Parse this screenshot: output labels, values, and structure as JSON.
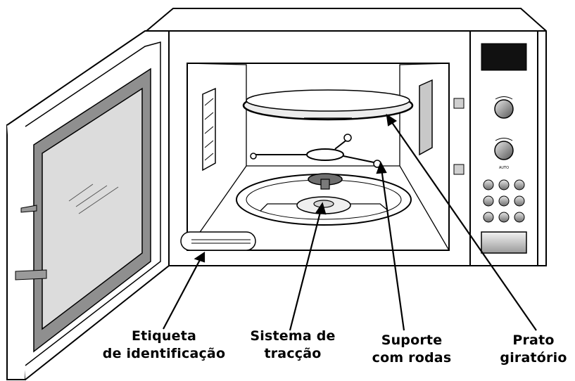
{
  "labels": {
    "etiqueta": {
      "line1": "Etiqueta",
      "line2": "de identificação"
    },
    "sistema": {
      "line1": "Sistema de",
      "line2": "tracção"
    },
    "suporte": {
      "line1": "Suporte",
      "line2": "com rodas"
    },
    "prato": {
      "line1": "Prato",
      "line2": "giratório"
    }
  },
  "control_panel": {
    "auto_label": "AUTO"
  },
  "colors": {
    "outline": "#000000",
    "door_glass_frame": "#8f8f8f",
    "door_glass": "#dcdcdc",
    "panel_display": "#111111",
    "background": "#ffffff"
  }
}
